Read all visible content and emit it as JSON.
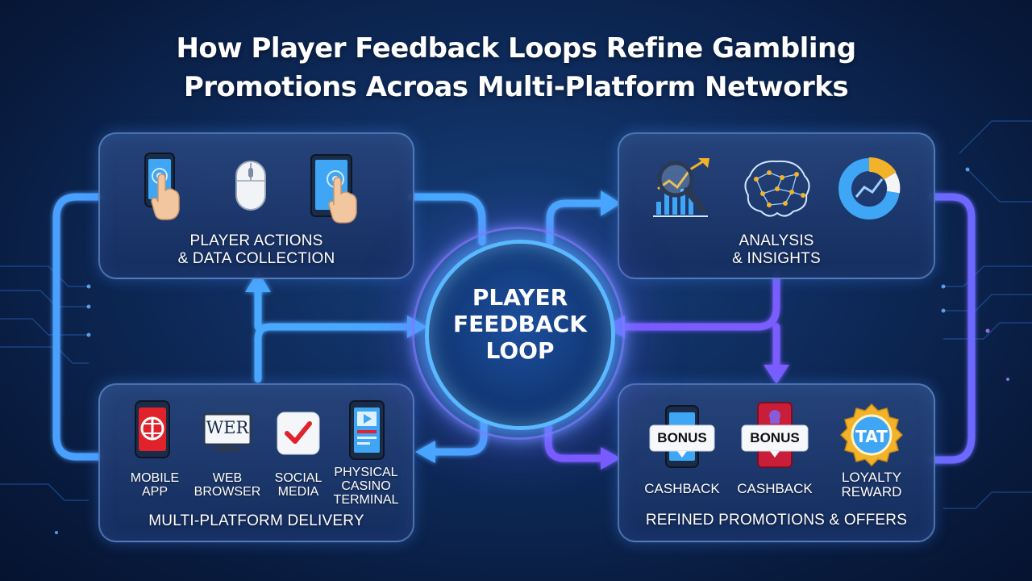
{
  "title": {
    "line1": "How Player Feedback Loops Refine Gambling",
    "line2": "Promotions Acroas Multi-Platform Networks"
  },
  "center": {
    "line1": "PLAYER",
    "line2": "FEEDBACK",
    "line3": "LOOP"
  },
  "panels": {
    "top_left": {
      "label_line1": "PLAYER ACTIONS",
      "label_line2": "& DATA COLLECTION",
      "icons": [
        "touch-phone-icon",
        "mouse-icon",
        "touch-tablet-icon"
      ]
    },
    "top_right": {
      "label_line1": "ANALYSIS",
      "label_line2": "& INSIGHTS",
      "icons": [
        "chart-magnifier-icon",
        "ai-brain-icon",
        "donut-chart-icon"
      ]
    },
    "bottom_left": {
      "label": "MULTI-PLATFORM DELIVERY",
      "items": [
        {
          "icon": "mobile-app-icon",
          "line1": "MOBILE",
          "line2": "APP"
        },
        {
          "icon": "web-browser-icon",
          "icon_text": "WER",
          "line1": "WEB",
          "line2": "BROWSER"
        },
        {
          "icon": "social-media-icon",
          "line1": "SOCIAL",
          "line2": "MEDIA"
        },
        {
          "icon": "casino-terminal-icon",
          "line1": "PHYSICAL",
          "line2": "CASINO",
          "line3": "TERMINAL"
        }
      ]
    },
    "bottom_right": {
      "label": "REFINED PROMOTIONS & OFFERS",
      "items": [
        {
          "icon": "bonus-phone-icon",
          "badge": "BONUS",
          "caption": "CASHBACK"
        },
        {
          "icon": "bonus-gift-icon",
          "badge": "BONUS",
          "caption": "CASHBACK"
        },
        {
          "icon": "loyalty-badge-icon",
          "line1": "LOYALTY",
          "line2": "REWARD"
        }
      ]
    }
  },
  "colors": {
    "background": "#0e2a5a",
    "flow_blue": "#4aa8ff",
    "flow_purple": "#7a5cff",
    "panel_border": "#78aaeb",
    "red_icon": "#e0222a",
    "gold": "#f2b22a"
  }
}
